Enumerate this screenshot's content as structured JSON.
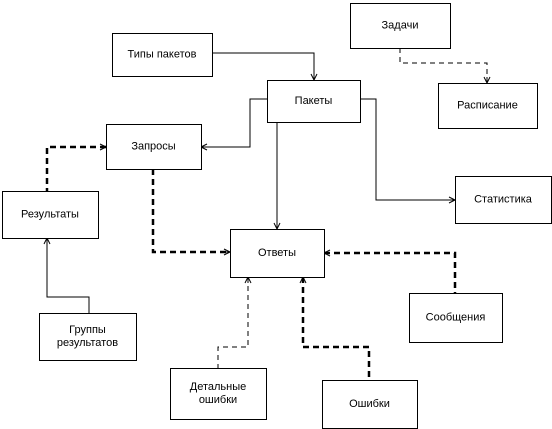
{
  "diagram": {
    "colors": {
      "stroke": "#000000",
      "fill": "#ffffff",
      "text": "#000000"
    },
    "nodes": [
      {
        "id": "task-types",
        "label": [
          "Типы пакетов"
        ]
      },
      {
        "id": "tasks",
        "label": [
          "Задачи"
        ]
      },
      {
        "id": "packets",
        "label": [
          "Пакеты"
        ]
      },
      {
        "id": "schedule",
        "label": [
          "Расписание"
        ]
      },
      {
        "id": "requests",
        "label": [
          "Запросы"
        ]
      },
      {
        "id": "results",
        "label": [
          "Результаты"
        ]
      },
      {
        "id": "statistics",
        "label": [
          "Статистика"
        ]
      },
      {
        "id": "answers",
        "label": [
          "Ответы"
        ]
      },
      {
        "id": "result-groups",
        "label": [
          "Группы",
          "результатов"
        ]
      },
      {
        "id": "messages",
        "label": [
          "Сообщения"
        ]
      },
      {
        "id": "detailed-errors",
        "label": [
          "Детальные",
          "ошибки"
        ]
      },
      {
        "id": "errors",
        "label": [
          "Ошибки"
        ]
      }
    ],
    "edges": [
      {
        "from": "task-types",
        "to": "packets",
        "style": "solid"
      },
      {
        "from": "tasks",
        "to": "schedule",
        "style": "dashed"
      },
      {
        "from": "packets",
        "to": "requests",
        "style": "solid"
      },
      {
        "from": "packets",
        "to": "statistics",
        "style": "solid"
      },
      {
        "from": "packets",
        "to": "answers",
        "style": "solid"
      },
      {
        "from": "requests",
        "to": "results",
        "style": "bold-dashed"
      },
      {
        "from": "requests",
        "to": "answers",
        "style": "bold-dashed"
      },
      {
        "from": "results",
        "to": "result-groups",
        "style": "solid"
      },
      {
        "from": "answers",
        "to": "messages",
        "style": "bold-dashed"
      },
      {
        "from": "answers",
        "to": "detailed-errors",
        "style": "dashed"
      },
      {
        "from": "answers",
        "to": "errors",
        "style": "bold-dashed"
      }
    ]
  }
}
